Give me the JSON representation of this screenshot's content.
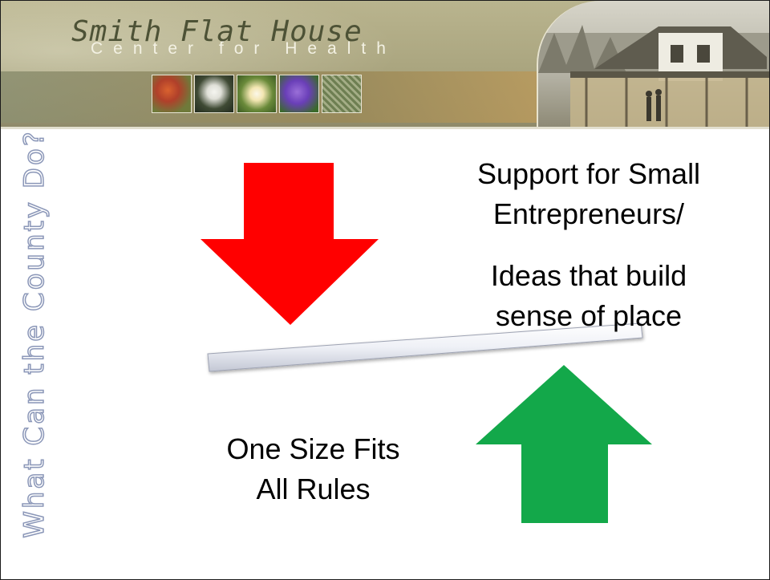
{
  "header": {
    "title": "Smith Flat House",
    "subtitle": "Center for Health"
  },
  "sidebar": {
    "title": "What Can the County Do?"
  },
  "content": {
    "support_line1": "Support for Small",
    "support_line2": "Entrepreneurs/",
    "ideas_line1": "Ideas that build",
    "ideas_line2": "sense of place",
    "rules_line1": "One Size Fits",
    "rules_line2": "All Rules"
  },
  "colors": {
    "down_arrow": "#ff0000",
    "up_arrow": "#13a84a",
    "side_title_outline": "#8b97b8",
    "banner": "#aaa57f"
  },
  "icons": {
    "down_arrow": "arrow-down-icon",
    "up_arrow": "arrow-up-icon",
    "balance_beam": "seesaw-beam"
  }
}
